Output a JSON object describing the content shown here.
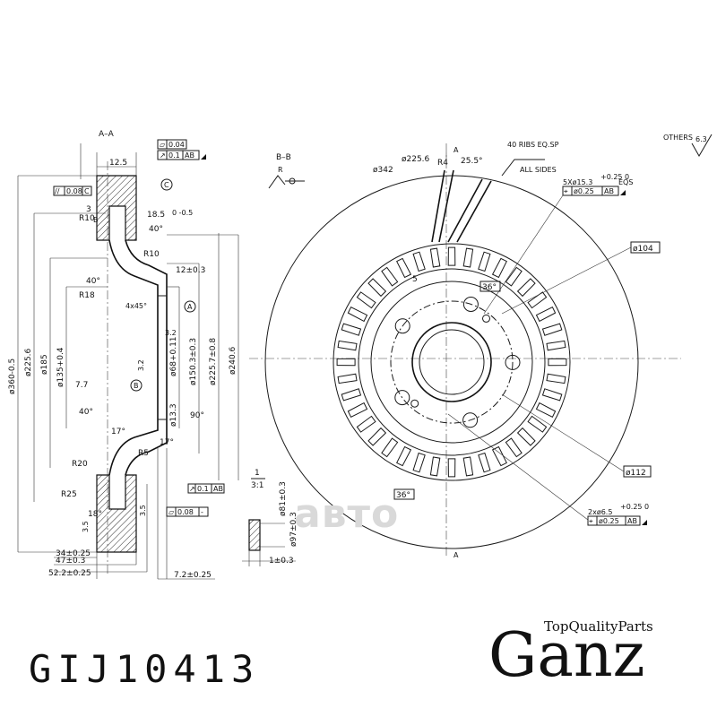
{
  "section_aa": {
    "title": "A–A",
    "dims": {
      "thickness": "12.5",
      "offset": "3",
      "hat_depth": "18.5",
      "hat_tol": "0\n-0.5",
      "r10_top": "R10",
      "r10_mid": "R10",
      "r18": "R18",
      "r20": "R20",
      "r25": "R25",
      "r5": "R5",
      "angle40a": "40°",
      "angle40b": "40°",
      "angle40c": "40°",
      "angle17a": "17°",
      "angle17b": "17°",
      "angle18": "18°",
      "angle90": "90°",
      "chamfer": "4x45°",
      "d360": "ø360-0.5",
      "d225": "ø225.6",
      "d185": "ø185",
      "d135": "ø135+0.4",
      "d68": "ø68+0.11",
      "d150": "ø150.3±0.3",
      "d225_7": "ø225.7±0.8",
      "d240": "ø240.6",
      "d13": "ø13.3",
      "w12": "12±0.3",
      "w77": "7.7",
      "h34": "34±0.25",
      "h47": "47±0.3",
      "h52": "52.2±0.25",
      "h72": "7.2±0.25",
      "rough32a": "3.2",
      "rough32b": "3.2",
      "rough35a": "3.5",
      "rough35b": "3.5",
      "marker_a": "A",
      "marker_b": "B",
      "marker_c": "C",
      "marker_b_small": "B"
    },
    "tolerance_frames": [
      {
        "symbol": "▱",
        "value": "0.04",
        "datum": ""
      },
      {
        "symbol": "↗",
        "value": "0.1",
        "datum": "AB"
      },
      {
        "symbol": "//",
        "value": "0.08",
        "datum": "C"
      },
      {
        "symbol": "↗",
        "value": "0.1",
        "datum": "AB"
      },
      {
        "symbol": "▱",
        "value": "0.08",
        "datum": "-"
      }
    ]
  },
  "section_bb": {
    "title": "B–B",
    "r_label": "R"
  },
  "detail": {
    "scale_top": "1",
    "scale_bottom": "3:1",
    "d81": "ø81±0.3",
    "d97": "ø97±0.3",
    "w1": "1±0.3"
  },
  "front_view": {
    "ribs": "40 RIBS EQ.SP",
    "all_sides": "ALL SIDES",
    "d342": "ø342",
    "d225": "ø225.6",
    "r4": "R4",
    "a25": "25.5°",
    "holes5": "5Xø15.3",
    "holes5_tol": "+0.25\n0",
    "eqs": "EQS",
    "pos5": "ø0.25",
    "pos5_datum": "AB",
    "d104": "ø104",
    "dim5": "5",
    "a36a": "36°",
    "a36b": "36°",
    "d112": "ø112",
    "holes2": "2xø6.5",
    "holes2_tol": "+0.25\n0",
    "pos2": "ø0.25",
    "pos2_datum": "AB",
    "a_top": "A",
    "a_bottom": "A"
  },
  "others": {
    "label": "OTHERS",
    "roughness": "6.3"
  },
  "watermark": "авто",
  "part_number": "GIJ10413",
  "brand": {
    "tagline": "TopQualityParts",
    "name": "Ganz"
  },
  "rib_count": 40,
  "bolt_hole_count": 5
}
